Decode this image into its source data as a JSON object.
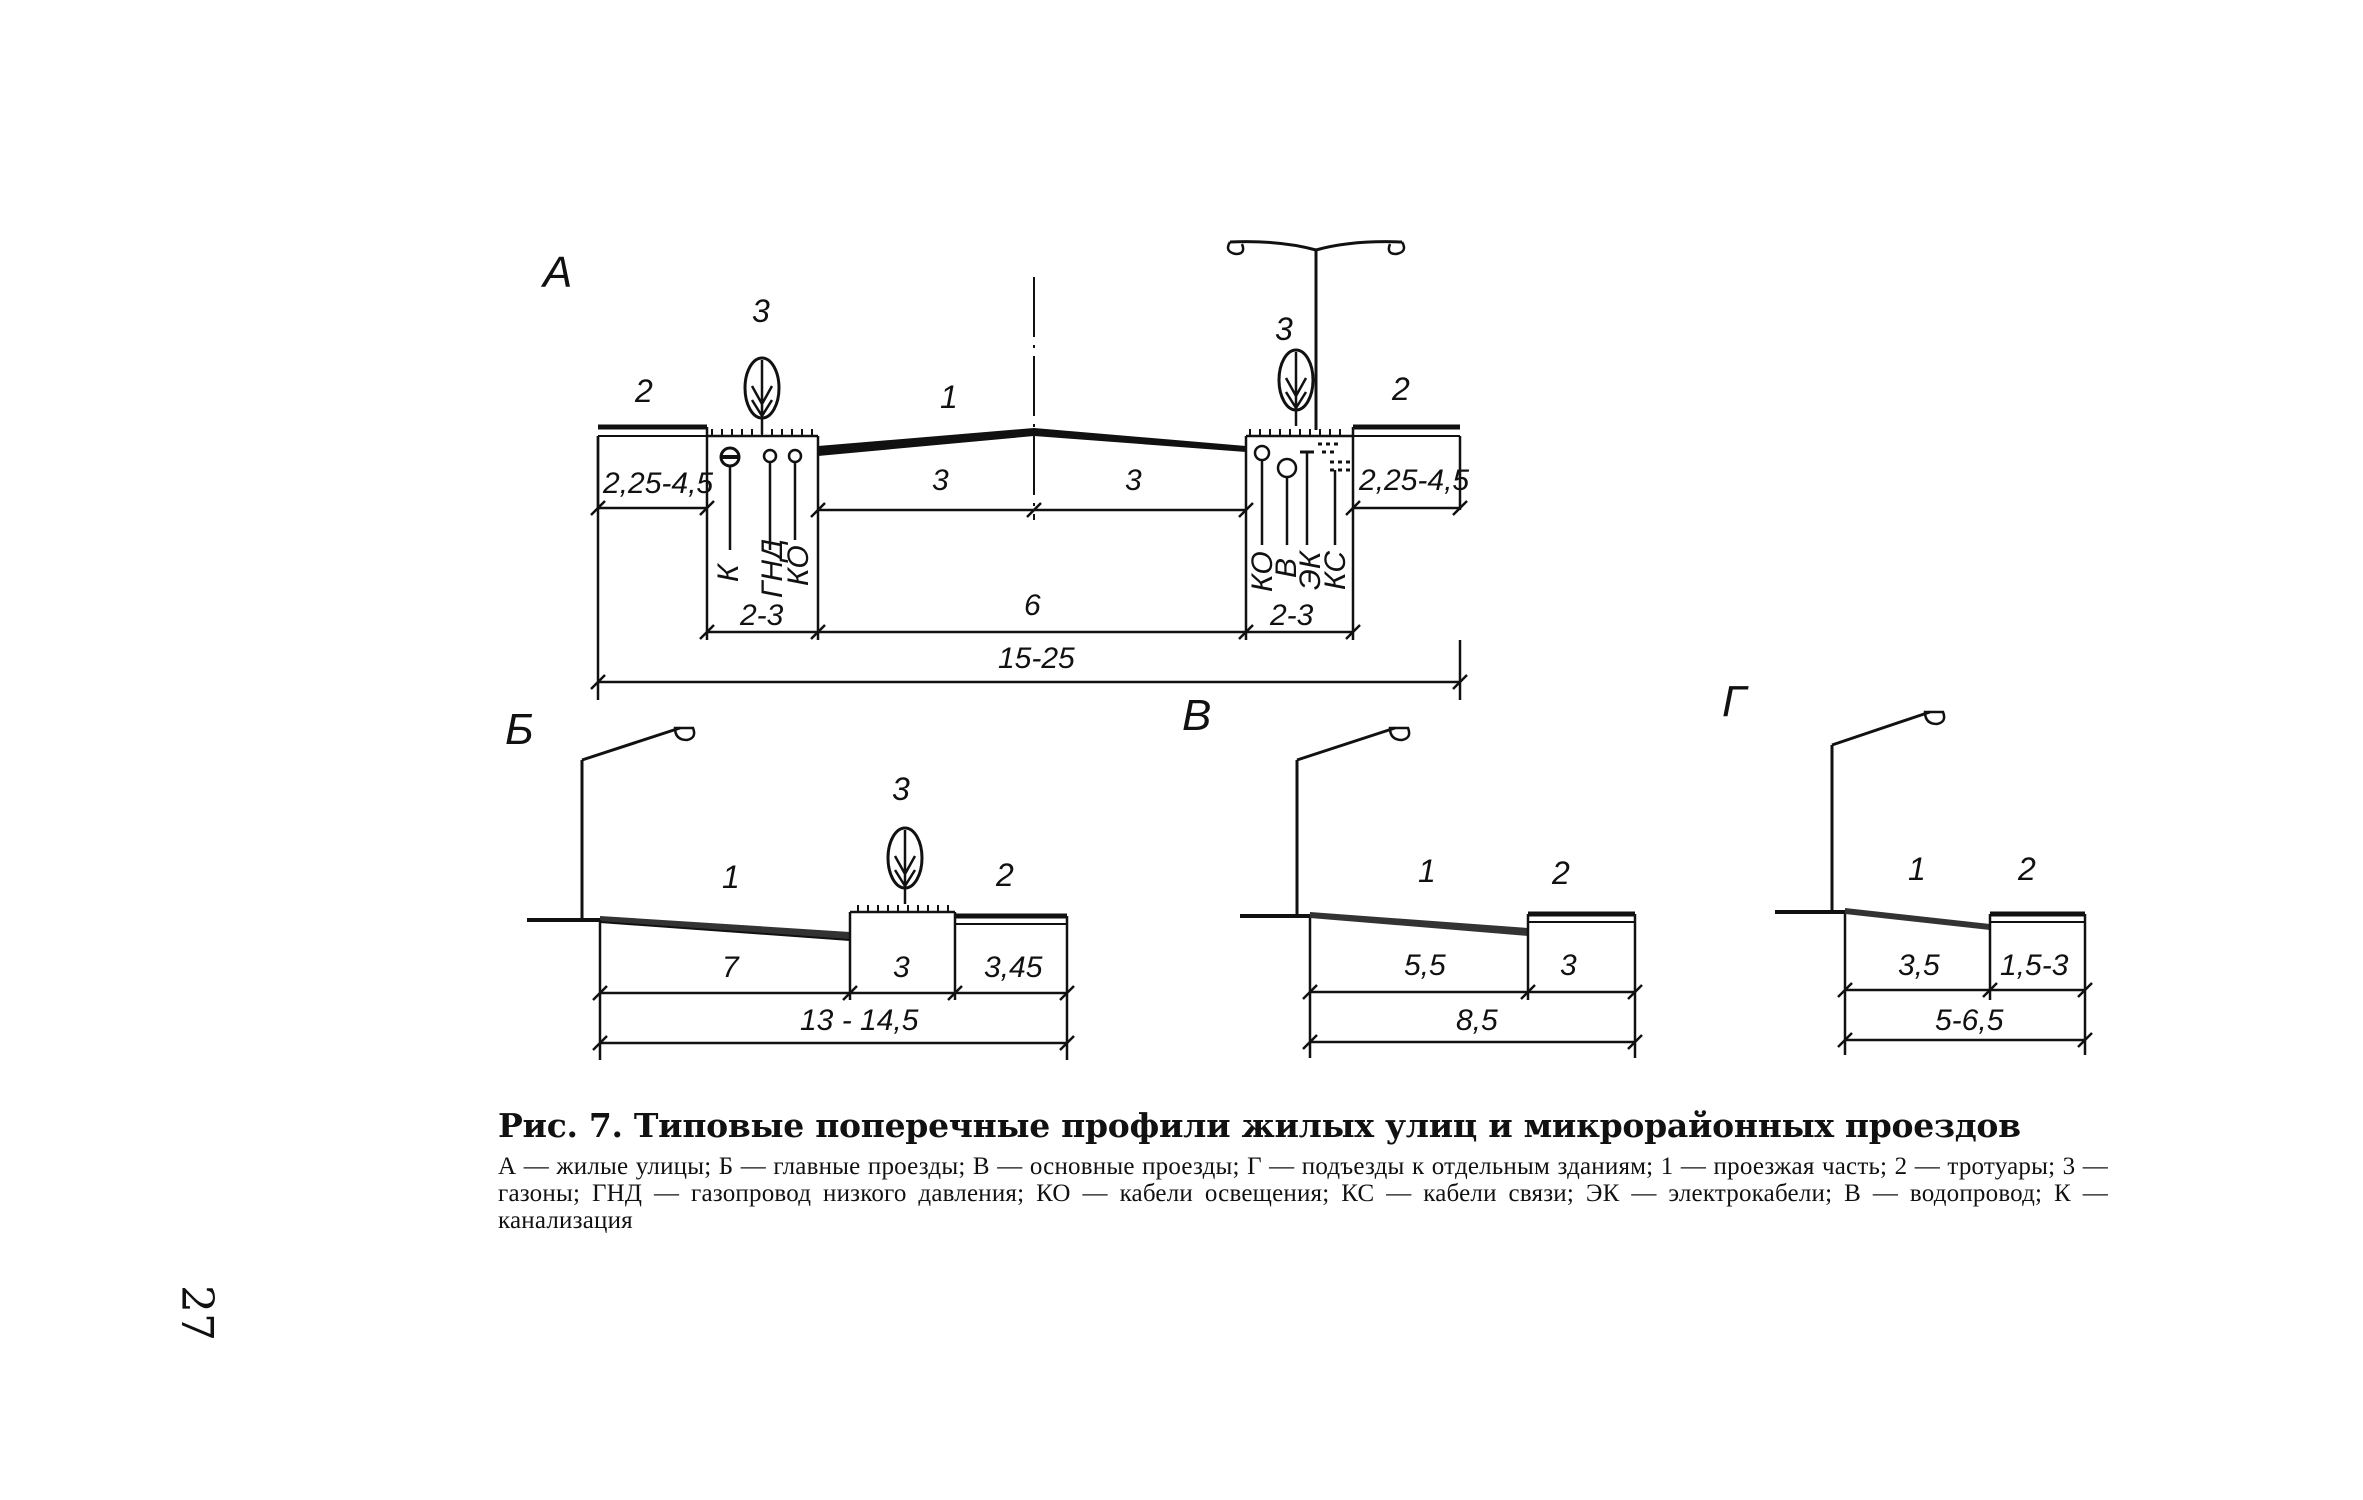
{
  "figure": {
    "caption_title": "Рис. 7. Типовые поперечные профили жилых улиц и микрорайонных проездов",
    "caption_legend": "А — жилые улицы; Б — главные проезды; В — основные проезды; Г — подъезды к отдельным зданиям; 1 — проезжая часть; 2 — тротуары; 3 — газоны; ГНД — газопровод низкого давления; КО — кабели освещения; КС — кабели связи; ЭК — электрокабели; В — водопровод; К — канализация",
    "page_number": "27"
  },
  "profiles": {
    "A": {
      "letter": "А",
      "element_labels": {
        "sidewalk_left": "2",
        "sidewalk_right": "2",
        "roadway": "1",
        "lawn_left": "3",
        "lawn_right": "3"
      },
      "dimensions": {
        "sidewalk_left": "2,25-4,5",
        "sidewalk_right": "2,25-4,5",
        "half_road_left": "3",
        "half_road_right": "3",
        "lawn_left": "2-3",
        "lawn_right": "2-3",
        "road": "6",
        "total": "15-25"
      },
      "utilities_left": [
        "К",
        "ГНД",
        "КО"
      ],
      "utilities_right": [
        "КО",
        "В",
        "ЭК",
        "КС"
      ]
    },
    "B": {
      "letter": "Б",
      "element_labels": {
        "roadway": "1",
        "lawn": "3",
        "sidewalk": "2"
      },
      "dimensions": {
        "road": "7",
        "lawn": "3",
        "sidewalk": "3,45",
        "total": "13 - 14,5"
      }
    },
    "V": {
      "letter": "В",
      "element_labels": {
        "roadway": "1",
        "sidewalk": "2"
      },
      "dimensions": {
        "road": "5,5",
        "sidewalk": "3",
        "total": "8,5"
      }
    },
    "G": {
      "letter": "Г",
      "element_labels": {
        "roadway": "1",
        "sidewalk": "2"
      },
      "dimensions": {
        "road": "3,5",
        "sidewalk": "1,5-3",
        "total": "5-6,5"
      }
    }
  }
}
